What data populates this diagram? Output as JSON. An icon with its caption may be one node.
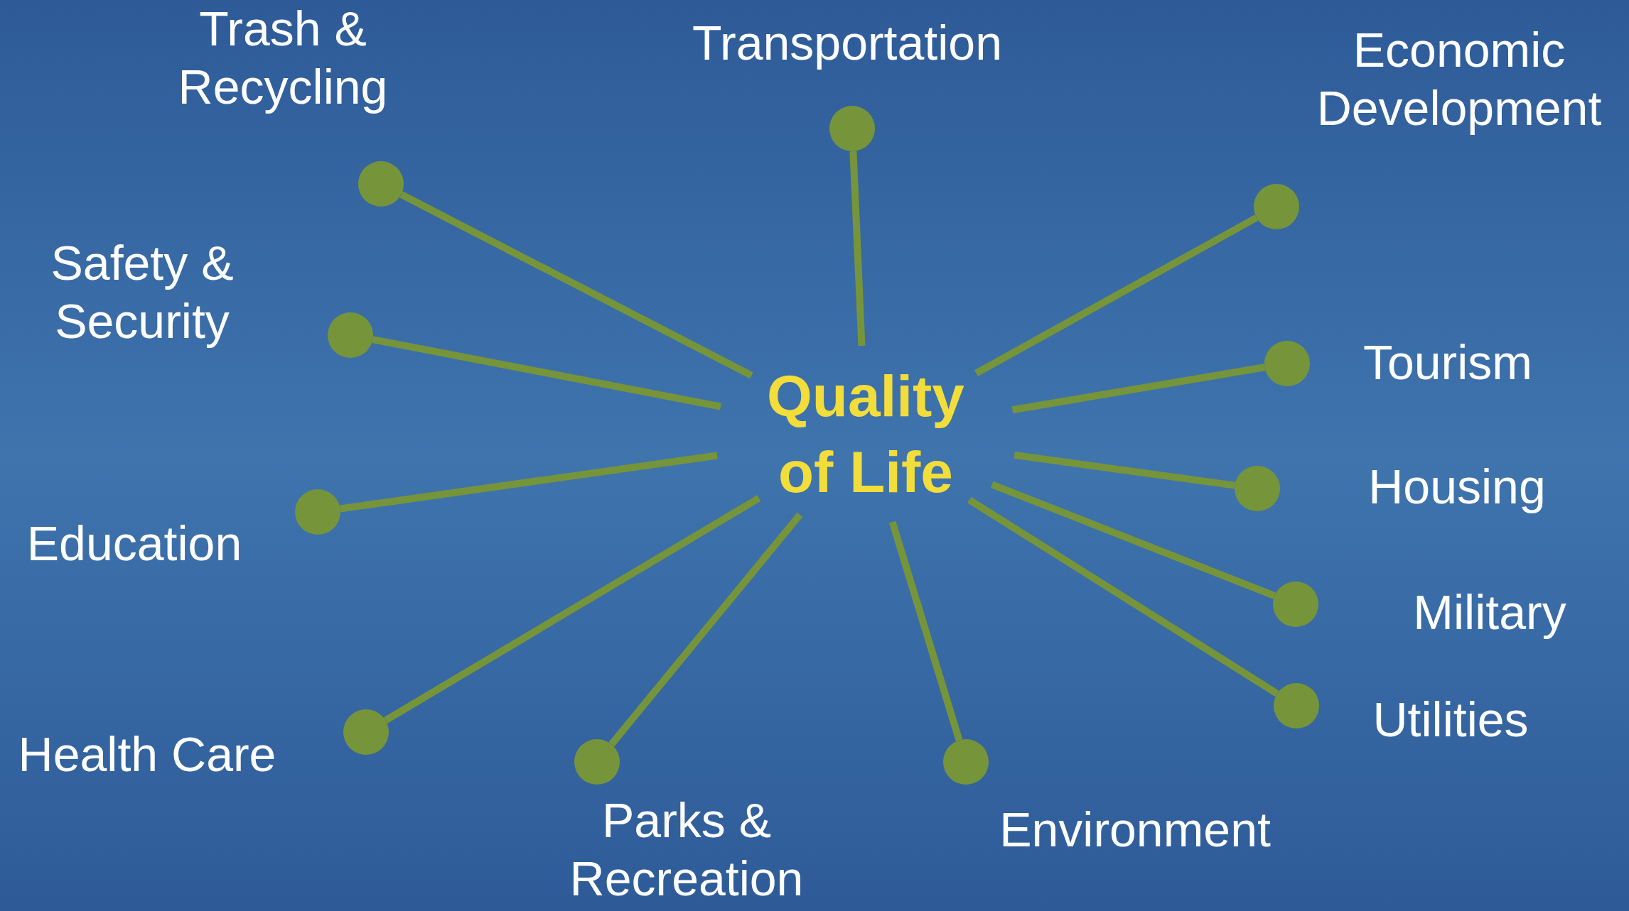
{
  "diagram": {
    "nodes": [
      {
        "text": [
          "Quality of Life"
        ]
      },
      {
        "text": [],
        "shape": "circle",
        "beside": [
          "Trash & Recycling"
        ]
      },
      {
        "text": [],
        "shape": "circle",
        "beside": [
          "Transportation"
        ]
      },
      {
        "text": [],
        "shape": "circle",
        "beside": [
          "Economic Development"
        ]
      },
      {
        "text": [],
        "shape": "circle",
        "beside": [
          "Safety & Security"
        ]
      },
      {
        "text": [],
        "shape": "circle",
        "beside": [
          "Tourism"
        ]
      },
      {
        "text": [],
        "shape": "circle",
        "beside": [
          "Education"
        ]
      },
      {
        "text": [],
        "shape": "circle",
        "beside": [
          "Housing"
        ]
      },
      {
        "text": [],
        "shape": "circle",
        "beside": [
          "Military"
        ]
      },
      {
        "text": [],
        "shape": "circle",
        "beside": [
          "Utilities"
        ]
      },
      {
        "text": [],
        "shape": "circle",
        "beside": [
          "Health Care"
        ]
      },
      {
        "text": [],
        "shape": "circle",
        "beside": [
          "Parks & Recreation"
        ]
      },
      {
        "text": [],
        "shape": "circle",
        "beside": [
          "Environment"
        ]
      }
    ],
    "edges": [
      {
        "from": 0,
        "to": 1,
        "arrow": "none"
      },
      {
        "from": 0,
        "to": 2,
        "arrow": "none"
      },
      {
        "from": 0,
        "to": 3,
        "arrow": "none"
      },
      {
        "from": 0,
        "to": 4,
        "arrow": "none"
      },
      {
        "from": 0,
        "to": 5,
        "arrow": "none"
      },
      {
        "from": 0,
        "to": 6,
        "arrow": "none"
      },
      {
        "from": 0,
        "to": 7,
        "arrow": "none"
      },
      {
        "from": 0,
        "to": 8,
        "arrow": "none"
      },
      {
        "from": 0,
        "to": 9,
        "arrow": "none"
      },
      {
        "from": 0,
        "to": 10,
        "arrow": "none"
      },
      {
        "from": 0,
        "to": 11,
        "arrow": "none"
      },
      {
        "from": 0,
        "to": 12,
        "arrow": "none"
      }
    ]
  }
}
